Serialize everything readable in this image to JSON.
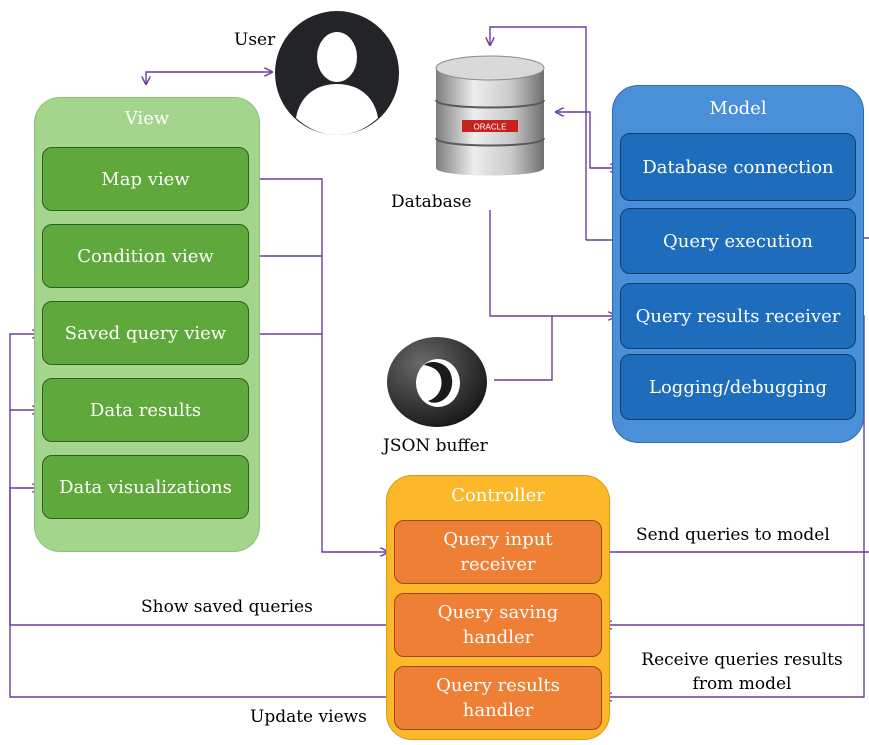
{
  "user": {
    "label": "User"
  },
  "database": {
    "label": "Database",
    "brand": "ORACLE"
  },
  "json_buffer": {
    "label": "JSON buffer"
  },
  "view": {
    "title": "View",
    "items": [
      {
        "label": "Map view"
      },
      {
        "label": "Condition view"
      },
      {
        "label": "Saved query view"
      },
      {
        "label": "Data results"
      },
      {
        "label": "Data visualizations"
      }
    ]
  },
  "model": {
    "title": "Model",
    "items": [
      {
        "label": "Database connection"
      },
      {
        "label": "Query execution"
      },
      {
        "label": "Query results receiver"
      },
      {
        "label": "Logging/debugging"
      }
    ]
  },
  "controller": {
    "title": "Controller",
    "items": [
      {
        "label": "Query input receiver"
      },
      {
        "label": "Query saving handler"
      },
      {
        "label": "Query results handler"
      }
    ]
  },
  "edges": {
    "send_queries": "Send queries to model",
    "show_saved": "Show saved queries",
    "receive_results": "Receive queries results from model",
    "update_views": "Update views"
  },
  "colors": {
    "arrow": "#6a3d9a",
    "view_panel": "#a3d58c",
    "view_box": "#5fa83c",
    "model_panel": "#4a90d9",
    "model_box": "#1e6dbd",
    "controller_panel": "#fdb72b",
    "controller_box": "#ef7f34"
  }
}
